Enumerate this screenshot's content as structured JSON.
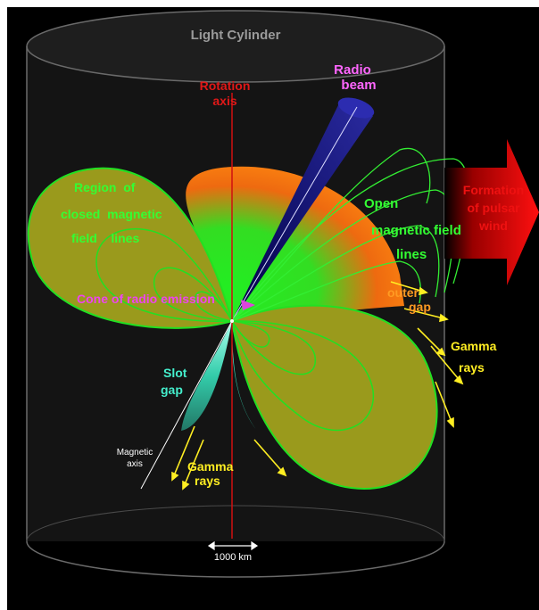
{
  "diagram": {
    "title": "Light Cylinder",
    "rotation_axis": [
      "Rotation",
      "axis"
    ],
    "radio_beam": [
      "Radio",
      "beam"
    ],
    "formation": [
      "Formation",
      "of pulsar",
      "wind"
    ],
    "closed_region": [
      "Region  of",
      "closed  magnetic",
      "field    lines"
    ],
    "open_lines": [
      "Open",
      "magnetic field",
      "lines"
    ],
    "cone": "Cone of radio emission",
    "outer_gap": [
      "outer",
      "gap"
    ],
    "gamma_right": [
      "Gamma",
      "rays"
    ],
    "slot_gap": [
      "Slot",
      "gap"
    ],
    "gamma_bottom": [
      "Gamma",
      "rays"
    ],
    "magnetic_axis": [
      "Magnetic",
      "axis"
    ],
    "scale": "1000 km"
  },
  "colors": {
    "background": "#000000",
    "cylinder": "#555555",
    "rotation_axis": "#d01010",
    "closed_fill": "#9a9a1c",
    "field_lines": "#22e022",
    "open_fill": "#33ee33",
    "beam": "#1a1a8a",
    "arrow": "#cc0000",
    "gamma": "#ffee22",
    "slot": "#33ddbb"
  }
}
